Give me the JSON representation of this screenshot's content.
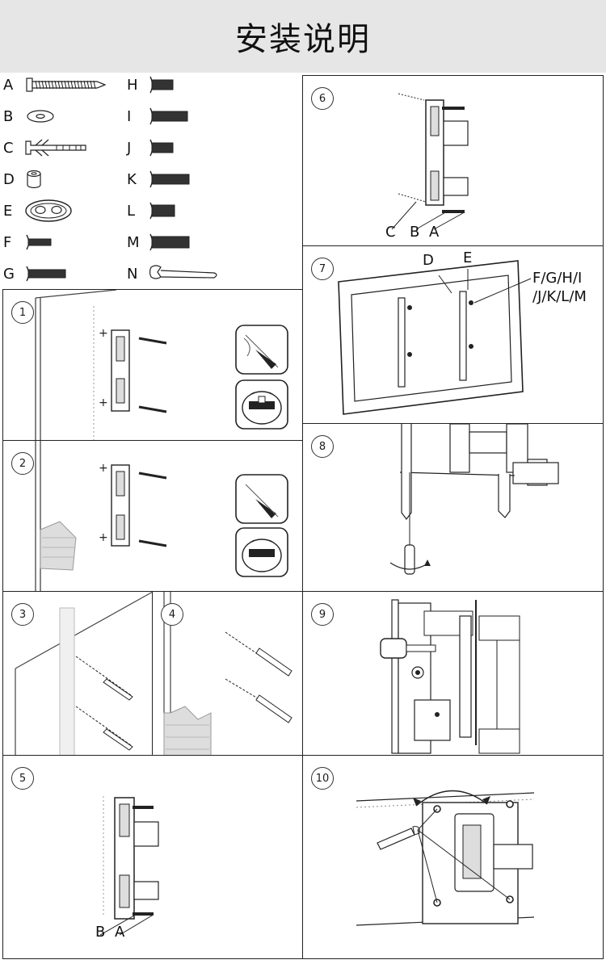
{
  "title": "安装说明",
  "parts": [
    {
      "letter": "A",
      "icon": "wood-screw-icon"
    },
    {
      "letter": "B",
      "icon": "washer-icon"
    },
    {
      "letter": "C",
      "icon": "wall-anchor-icon"
    },
    {
      "letter": "D",
      "icon": "spacer-icon"
    },
    {
      "letter": "E",
      "icon": "cable-grommet-icon"
    },
    {
      "letter": "F",
      "icon": "bolt-icon"
    },
    {
      "letter": "G",
      "icon": "bolt-icon"
    },
    {
      "letter": "H",
      "icon": "bolt-icon"
    },
    {
      "letter": "I",
      "icon": "bolt-icon"
    },
    {
      "letter": "J",
      "icon": "bolt-icon"
    },
    {
      "letter": "K",
      "icon": "bolt-icon"
    },
    {
      "letter": "L",
      "icon": "bolt-icon"
    },
    {
      "letter": "M",
      "icon": "bolt-icon"
    },
    {
      "letter": "N",
      "icon": "wrench-icon"
    }
  ],
  "steps": {
    "s1": {
      "number": "1"
    },
    "s2": {
      "number": "2"
    },
    "s3": {
      "number": "3"
    },
    "s4": {
      "number": "4"
    },
    "s5": {
      "number": "5",
      "labels": [
        "B",
        "A"
      ]
    },
    "s6": {
      "number": "6",
      "labels": [
        "C",
        "B",
        "A"
      ]
    },
    "s7": {
      "number": "7",
      "labels": [
        "D",
        "E",
        "F/G/H/I",
        "/J/K/L/M"
      ]
    },
    "s8": {
      "number": "8"
    },
    "s9": {
      "number": "9"
    },
    "s10": {
      "number": "10"
    }
  }
}
